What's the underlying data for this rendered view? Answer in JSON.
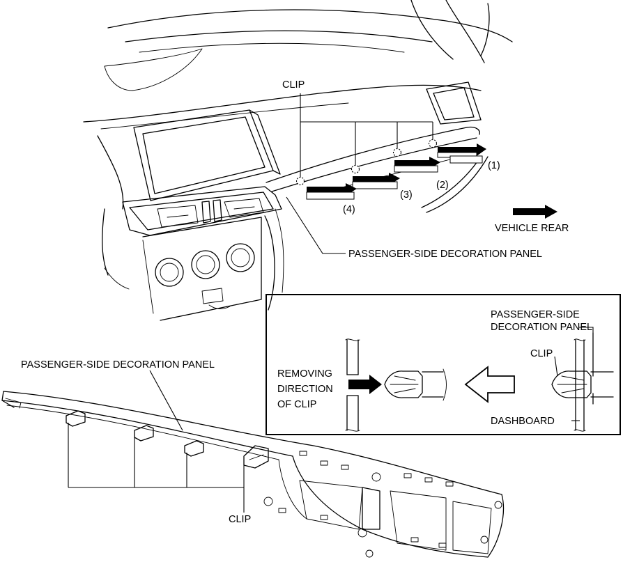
{
  "labels": {
    "clip_top": "CLIP",
    "step_1": "(1)",
    "step_2": "(2)",
    "step_3": "(3)",
    "step_4": "(4)",
    "vehicle_rear": "VEHICLE REAR",
    "panel_top": "PASSENGER-SIDE DECORATION PANEL",
    "panel_bottom": "PASSENGER-SIDE DECORATION PANEL",
    "clip_bottom": "CLIP"
  },
  "inset": {
    "panel_line1": "PASSENGER-SIDE",
    "panel_line2": "DECORATION PANEL",
    "clip": "CLIP",
    "removing_line1": "REMOVING",
    "removing_line2": "DIRECTION",
    "removing_line3": "OF CLIP",
    "dashboard": "DASHBOARD"
  }
}
